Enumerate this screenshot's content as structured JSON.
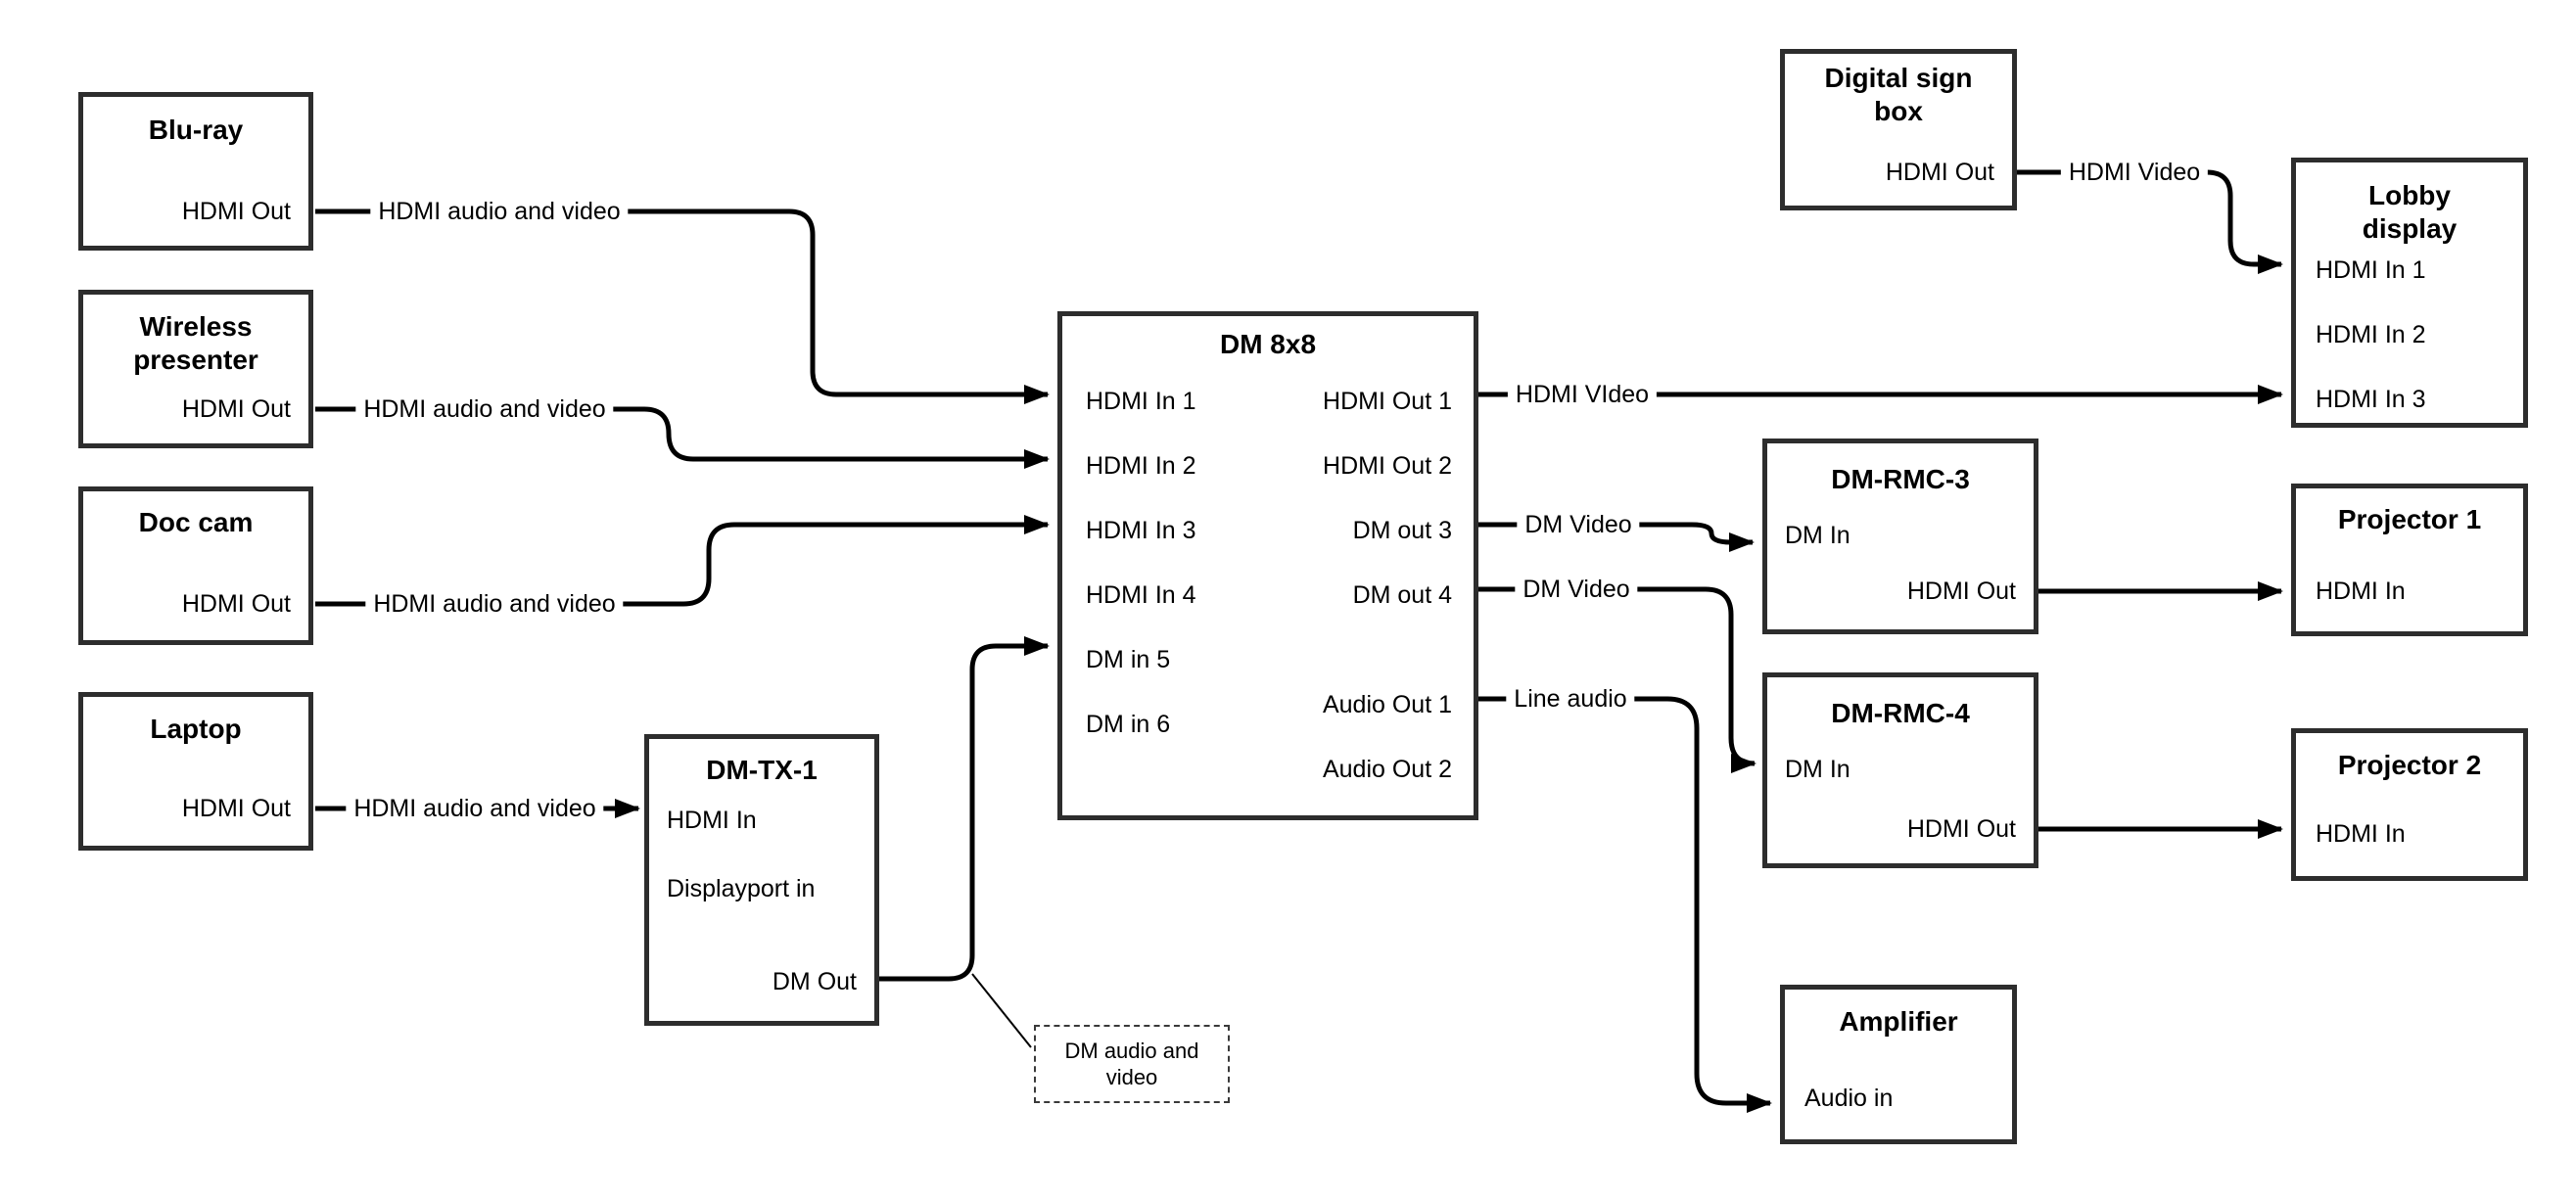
{
  "diagram": {
    "colors": {
      "background": "#ffffff",
      "connector_line": "#000000",
      "box_border": "#2d2d2d",
      "text": "#000000"
    },
    "nodes": {
      "bluray": {
        "title": "Blu-ray",
        "port_out": "HDMI Out"
      },
      "wireless": {
        "title": "Wireless presenter",
        "port_out": "HDMI Out"
      },
      "doccam": {
        "title": "Doc cam",
        "port_out": "HDMI Out"
      },
      "laptop": {
        "title": "Laptop",
        "port_out": "HDMI Out"
      },
      "dmtx1": {
        "title": "DM-TX-1",
        "port_hdmi_in": "HDMI In",
        "port_dp_in": "Displayport in",
        "port_dm_out": "DM Out"
      },
      "dm8x8": {
        "title": "DM 8x8",
        "in1": "HDMI In 1",
        "in2": "HDMI In 2",
        "in3": "HDMI In 3",
        "in4": "HDMI In 4",
        "in5": "DM in 5",
        "in6": "DM in 6",
        "out1": "HDMI Out 1",
        "out2": "HDMI Out 2",
        "out3": "DM out 3",
        "out4": "DM out 4",
        "audio1": "Audio Out 1",
        "audio2": "Audio Out 2"
      },
      "digital_sign": {
        "title": "Digital sign box",
        "port_out": "HDMI Out"
      },
      "lobby": {
        "title": "Lobby display",
        "in1": "HDMI In 1",
        "in2": "HDMI In 2",
        "in3": "HDMI In 3"
      },
      "dmrmc3": {
        "title": "DM-RMC-3",
        "port_in": "DM In",
        "port_out": "HDMI Out"
      },
      "proj1": {
        "title": "Projector 1",
        "port_in": "HDMI In"
      },
      "dmrmc4": {
        "title": "DM-RMC-4",
        "port_in": "DM In",
        "port_out": "HDMI Out"
      },
      "proj2": {
        "title": "Projector 2",
        "port_in": "HDMI In"
      },
      "amplifier": {
        "title": "Amplifier",
        "port_in": "Audio in"
      }
    },
    "edge_labels": {
      "bluray_dm": "HDMI audio and video",
      "wireless_dm": "HDMI audio and video",
      "doccam_dm": "HDMI audio and video",
      "laptop_tx": "HDMI audio and video",
      "out1_lobby": "HDMI VIdeo",
      "digsign_lobby": "HDMI Video",
      "out3_rmc3": "DM Video",
      "out4_rmc4": "DM Video",
      "audio1_amp": "Line audio"
    },
    "note": {
      "text": "DM audio and video"
    }
  }
}
